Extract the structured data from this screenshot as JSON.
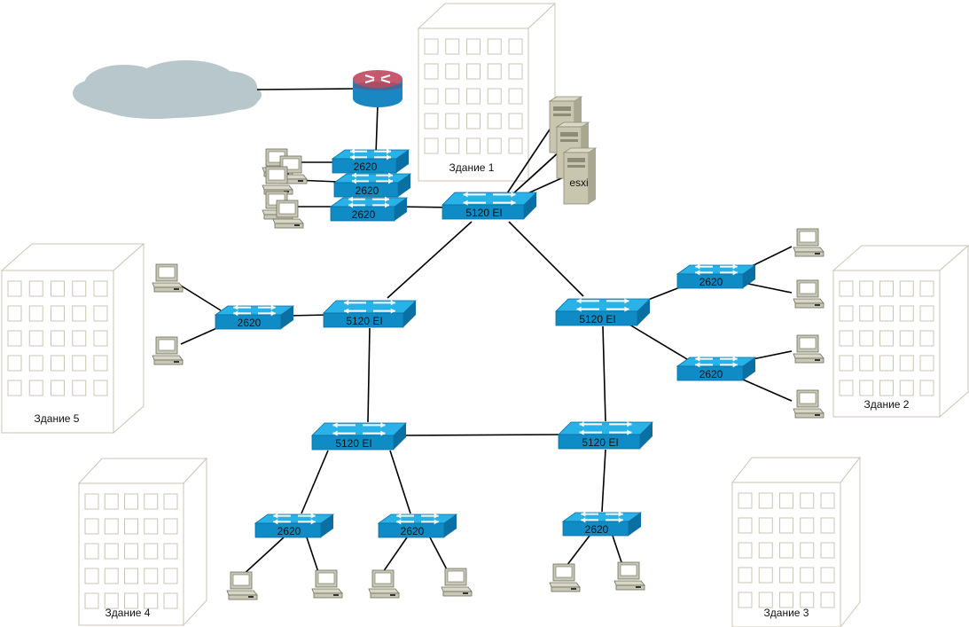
{
  "buildings": [
    {
      "id": "b1",
      "label": "Здание 1"
    },
    {
      "id": "b2",
      "label": "Здание 2"
    },
    {
      "id": "b3",
      "label": "Здание 3"
    },
    {
      "id": "b4",
      "label": "Здание 4"
    },
    {
      "id": "b5",
      "label": "Здание 5"
    }
  ],
  "switches": [
    {
      "id": "a1",
      "label": "2620"
    },
    {
      "id": "a2",
      "label": "2620"
    },
    {
      "id": "a3",
      "label": "2620"
    },
    {
      "id": "c1",
      "label": "5120 EI"
    },
    {
      "id": "c2",
      "label": "5120 EI"
    },
    {
      "id": "c3",
      "label": "5120 EI"
    },
    {
      "id": "c4",
      "label": "5120 EI"
    },
    {
      "id": "c5",
      "label": "5120 EI"
    },
    {
      "id": "s5",
      "label": "2620"
    },
    {
      "id": "s2a",
      "label": "2620"
    },
    {
      "id": "s2b",
      "label": "2620"
    },
    {
      "id": "s4a",
      "label": "2620"
    },
    {
      "id": "s4b",
      "label": "2620"
    },
    {
      "id": "s3",
      "label": "2620"
    }
  ],
  "server": {
    "label": "esxi"
  },
  "colors": {
    "switch_top": "#29b2e8",
    "switch_front": "#0f8cc6",
    "switch_side": "#0a6fa3",
    "router_top": "#c45a6f",
    "router_body": "#1a86c2",
    "cloud": "#b7c7cb",
    "building_line": "#c9c6b4",
    "server_body": "#c9c6b0",
    "pc_body": "#c9c8b6",
    "link": "#000000"
  }
}
